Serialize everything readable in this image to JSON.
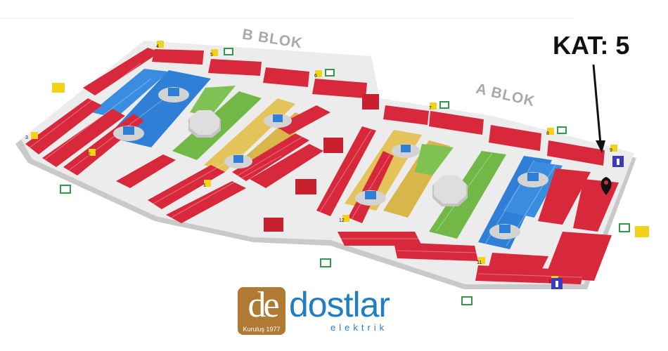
{
  "blocks": {
    "b_label": "B BLOK",
    "a_label": "A BLOK"
  },
  "floor_label": "KAT: 5",
  "logo": {
    "mark": "de",
    "name": "dostlar",
    "subtitle": "elektrik",
    "tagline": "Kuruluş 1977"
  },
  "stair_numbers": [
    "1",
    "2",
    "3",
    "4",
    "5",
    "6",
    "7",
    "8",
    "9",
    "10",
    "11",
    "12"
  ],
  "colors": {
    "shop_red": "#d8283c",
    "shop_blue": "#2f7fd6",
    "shop_green": "#72b846",
    "shop_yellow": "#e4c35a",
    "floor_grey": "#e9e9e9",
    "wall_grey": "#bdbdbd",
    "brand_blue": "#1f7fc0",
    "brand_gold": "#b07a33",
    "marker": "#111111"
  },
  "icons": [
    "elevator-icon",
    "exit-sign-icon",
    "restroom-icon",
    "location-pin-icon",
    "escalator-icon",
    "stairs-icon",
    "fountain-icon"
  ]
}
